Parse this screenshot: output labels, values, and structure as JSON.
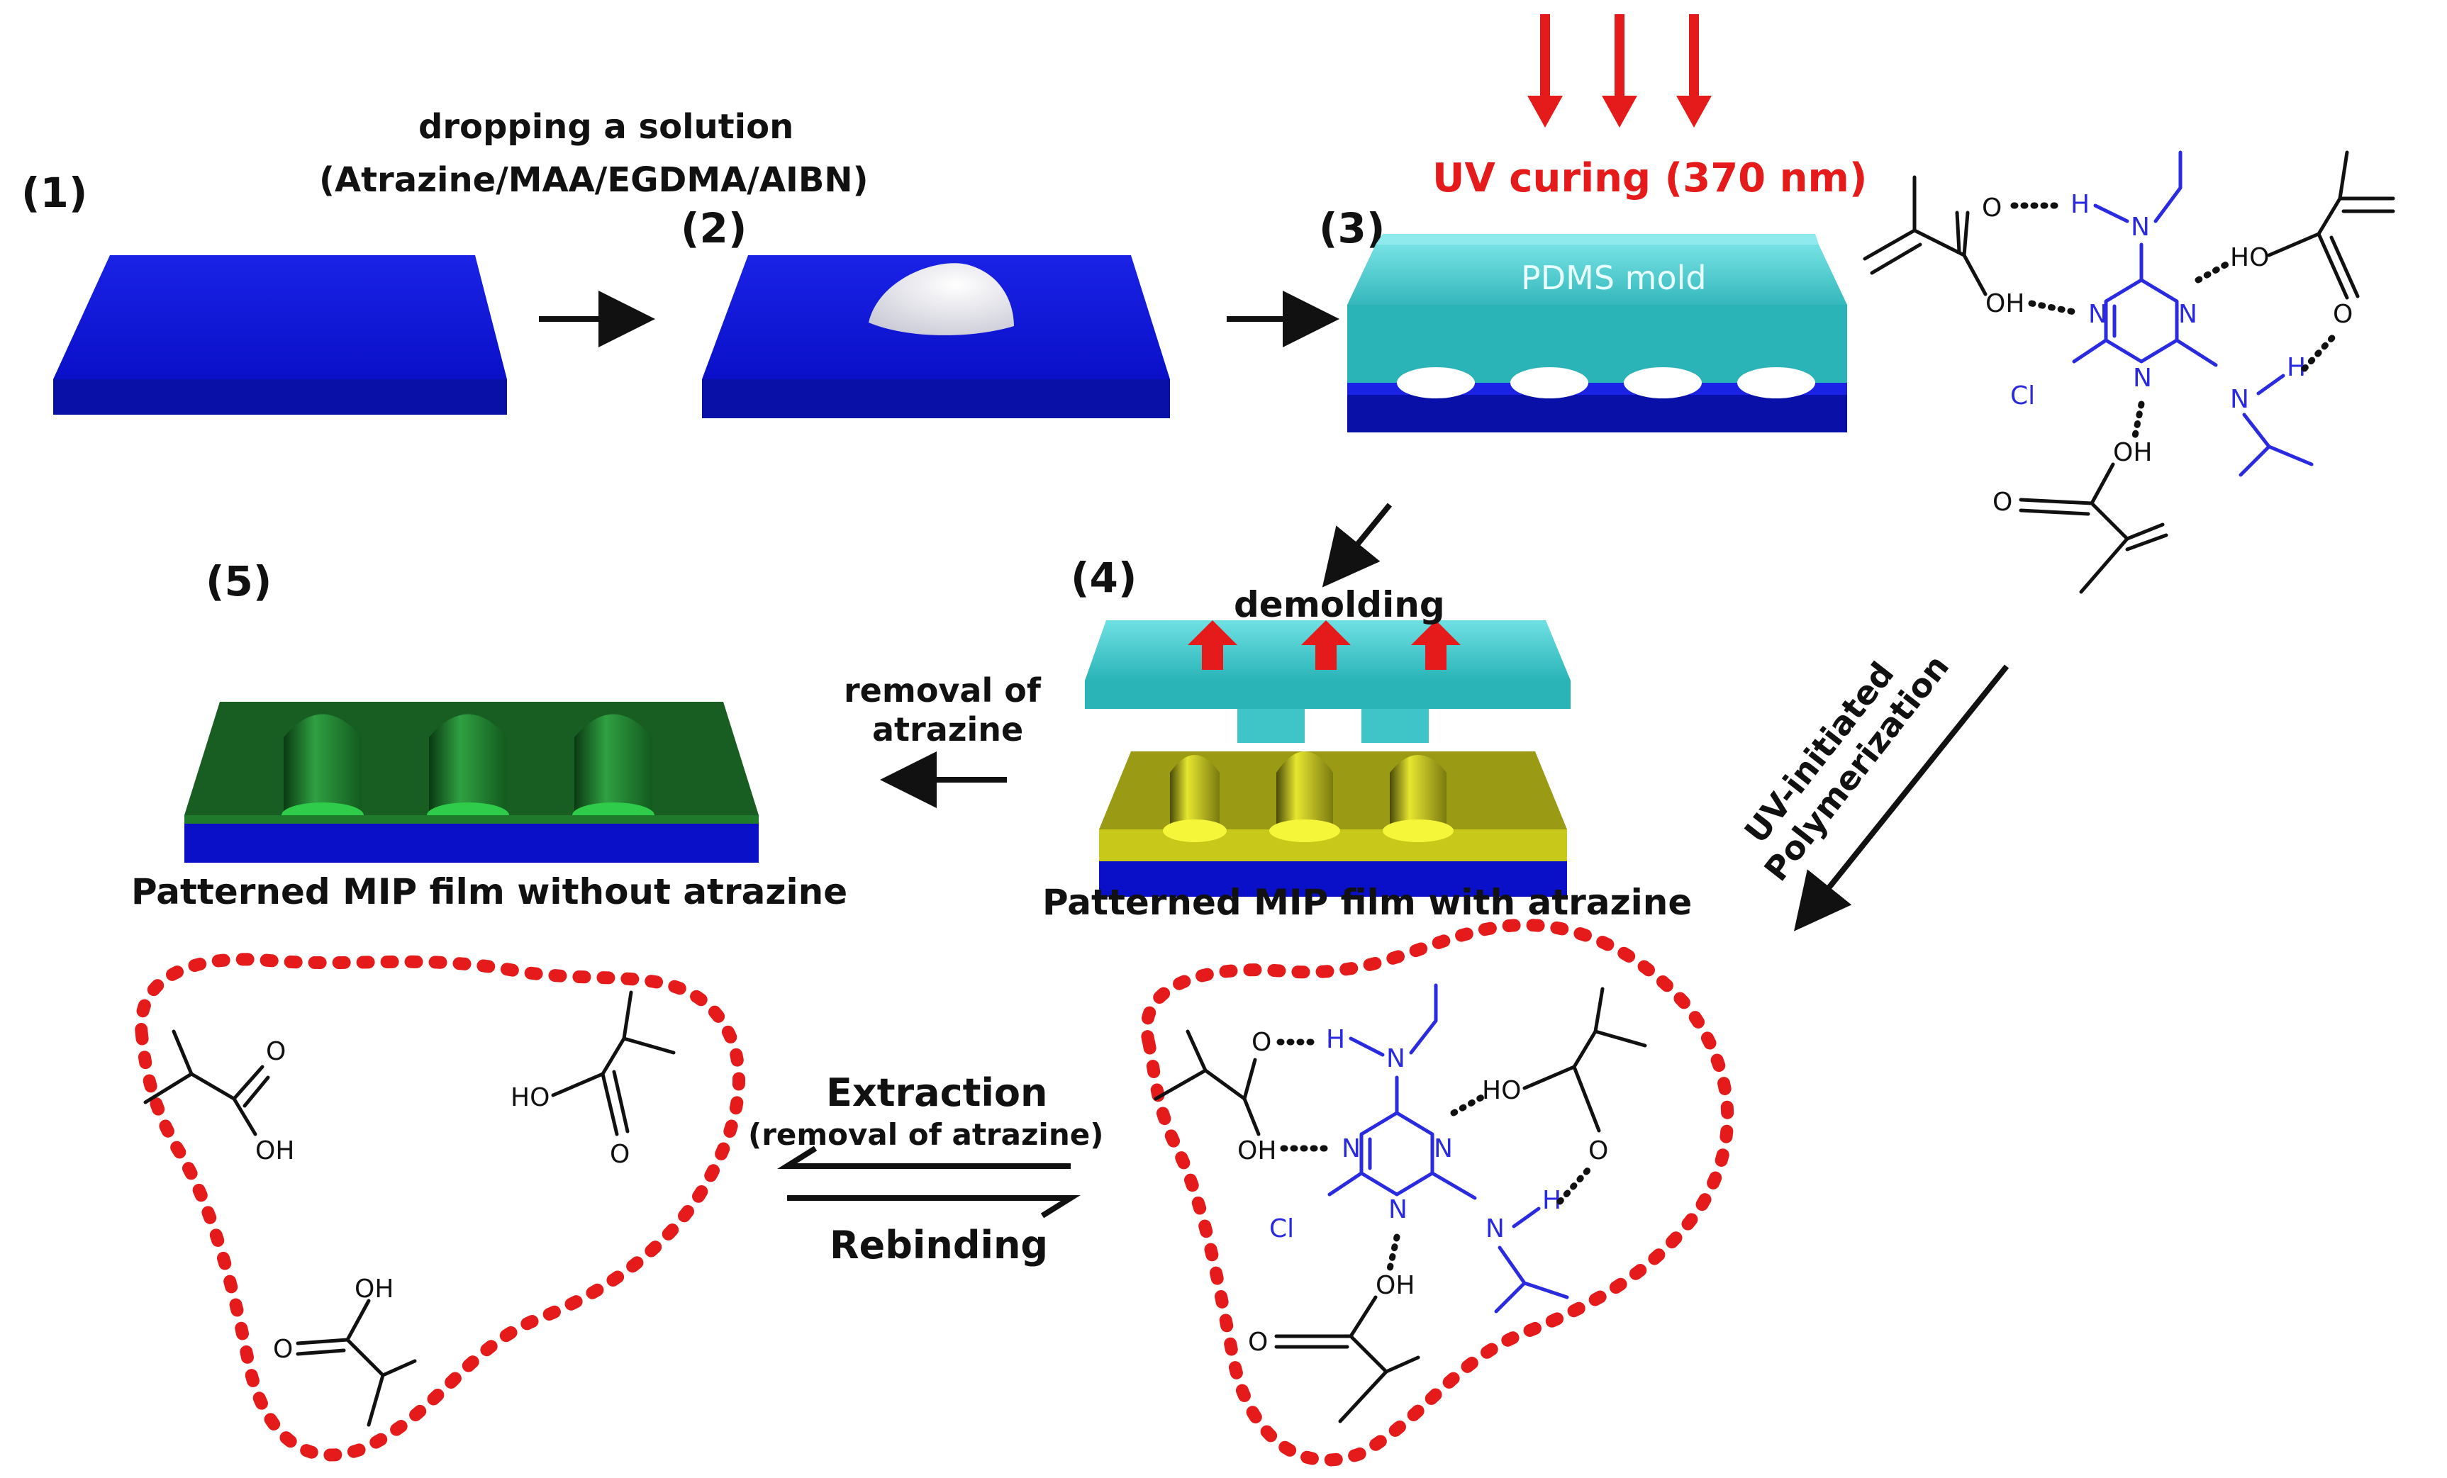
{
  "steps": {
    "s1": "(1)",
    "s2": "(2)",
    "s3": "(3)",
    "s4": "(4)",
    "s5": "(5)"
  },
  "labels": {
    "dropping_line1": "dropping a solution",
    "dropping_line2": "(Atrazine/MAA/EGDMA/AIBN)",
    "uv_curing": "UV curing (370 nm)",
    "pdms_mold": "PDMS mold",
    "demolding": "demolding",
    "removal_line1": "removal of",
    "removal_line2": "atrazine",
    "uv_poly_line1": "UV-initiated",
    "uv_poly_line2": "Polymerization",
    "film_with": "Patterned MIP film with atrazine",
    "film_without": "Patterned MIP film without atrazine",
    "extraction": "Extraction",
    "extraction_sub": "(removal of atrazine)",
    "rebinding": "Rebinding"
  },
  "chem": {
    "o": "O",
    "oh": "OH",
    "ho": "HO",
    "h": "H",
    "n": "N",
    "cl": "Cl"
  },
  "colors": {
    "substrate": "#0a10c8",
    "mold": "#3fc4c8",
    "mip_yellow": "#c8c81a",
    "mip_green": "#1f7a2c",
    "uv_red": "#e51b1b",
    "atrazine_blue": "#2a2ae0"
  }
}
